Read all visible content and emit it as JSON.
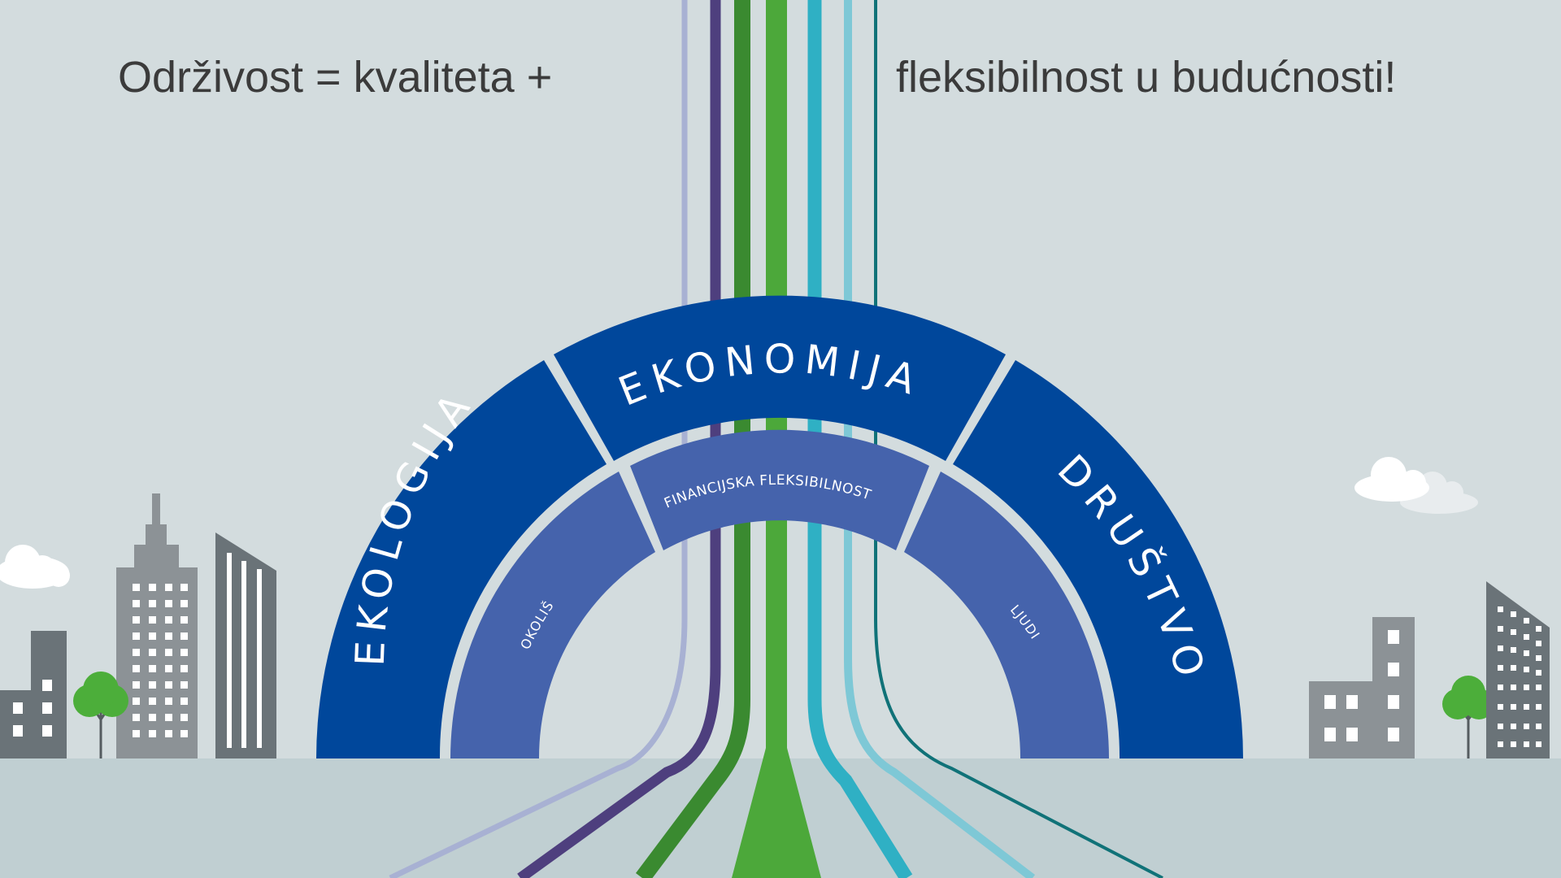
{
  "headline": {
    "left": "Održivost = kvaliteta +",
    "right": "fleksibilnost u budućnosti!"
  },
  "arch": {
    "outer_segments": {
      "left": "EKOLOGIJA",
      "top": "EKONOMIJA",
      "right": "DRUŠTVO"
    },
    "inner_segments": {
      "left": "OKOLIŠ",
      "top": "FINANCIJSKA FLEKSIBILNOST",
      "right": "LJUDI"
    }
  },
  "colors": {
    "background": "#d3dcde",
    "ground": "#c0cfd2",
    "outer_arch": "#00479b",
    "inner_arch": "#4563ac",
    "headline_text": "#3b3b3b",
    "stream_lavender": "#a8b1d3",
    "stream_purple": "#4e3f7e",
    "stream_dark_green": "#3a8a30",
    "stream_green": "#4ca83a",
    "stream_teal": "#2fb0c4",
    "stream_light_teal": "#7ec8d6",
    "stream_dark_teal": "#107278",
    "building_dark": "#6a7378",
    "building_mid": "#8c9296",
    "tree": "#4cae3a",
    "cloud": "#ffffff"
  },
  "icons": {
    "left_city": [
      "building-icon",
      "skyscraper-icon",
      "striped-tower-icon",
      "tree-icon",
      "cloud-icon"
    ],
    "right_city": [
      "building-icon",
      "tower-icon",
      "tree-icon",
      "cloud-icon"
    ]
  }
}
